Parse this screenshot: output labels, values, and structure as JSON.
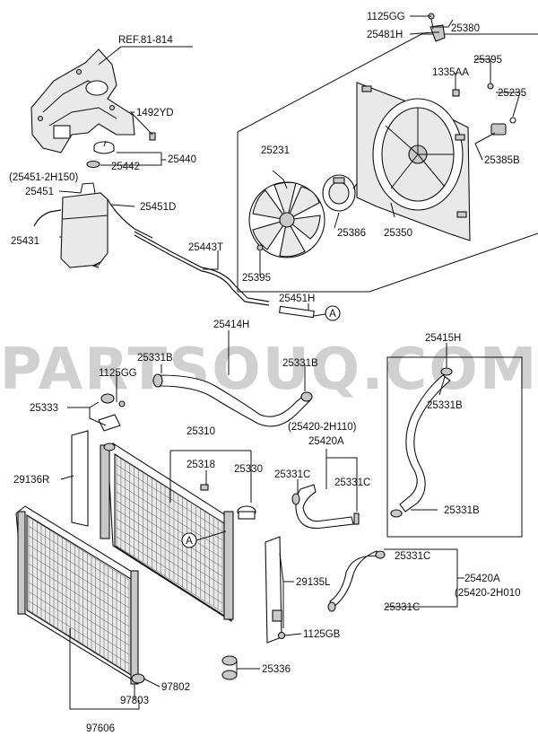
{
  "watermark": "PARTSOUQ.COM",
  "labels": {
    "ref": "REF.81-814",
    "p1125gg_top": "1125GG",
    "p25481h": "25481H",
    "p25380": "25380",
    "p1335aa": "1335AA",
    "p25395_top": "25395",
    "p25235": "25235",
    "p25385b": "25385B",
    "p1492yd": "1492YD",
    "p25440": "25440",
    "p25442": "25442",
    "p25451_alt": "(25451-2H150)",
    "p25451": "25451",
    "p25451d": "25451D",
    "p25431": "25431",
    "p25231": "25231",
    "p25386": "25386",
    "p25350": "25350",
    "p25443t": "25443T",
    "p25395_bot": "25395",
    "p25451h": "25451H",
    "circle_a_top": "A",
    "p25414h": "25414H",
    "p25331b_l": "25331B",
    "p25331b_r": "25331B",
    "p25415h": "25415H",
    "p25331b_415top": "25331B",
    "p25331b_415bot": "25331B",
    "p1125gg_mid": "1125GG",
    "p25333": "25333",
    "p25420a_alt": "(25420-2H110)",
    "p25420a": "25420A",
    "p25310": "25310",
    "p25318": "25318",
    "p25330": "25330",
    "p29136r": "29136R",
    "p25331c_1": "25331C",
    "p25331c_2": "25331C",
    "circle_a_bot": "A",
    "p25331c_3": "25331C",
    "p25420a_r": "25420A",
    "p25420a_r_alt": "(25420-2H010",
    "p29135l": "29135L",
    "p25331c_4": "25331C",
    "p1125gb": "1125GB",
    "p25336": "25336",
    "p97802": "97802",
    "p97803": "97803",
    "p97606": "97606"
  }
}
